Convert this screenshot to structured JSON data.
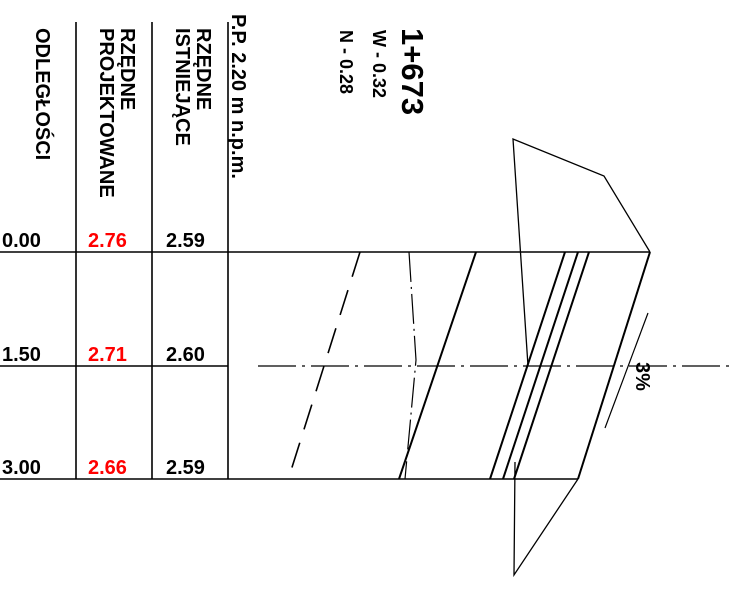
{
  "section": {
    "station": "1+673",
    "w_value": "W - 0.32",
    "n_value": "N - 0.28",
    "reference_level": "P.P. 2.20 m n.p.m."
  },
  "rows": {
    "existing_label_1": "RZĘDNE",
    "existing_label_2": "ISTNIEJĄCE",
    "design_label_1": "RZĘDNE",
    "design_label_2": "PROJEKTOWANE",
    "distance_label": "ODLEGŁOŚCI"
  },
  "columns": [
    {
      "distance": "0.00",
      "design": "2.76",
      "existing": "2.59"
    },
    {
      "distance": "1.50",
      "design": "2.71",
      "existing": "2.60"
    },
    {
      "distance": "3.00",
      "design": "2.66",
      "existing": "2.59"
    }
  ],
  "slope_label": "3%",
  "colors": {
    "design_values": "#ff0000",
    "lines": "#000000"
  }
}
